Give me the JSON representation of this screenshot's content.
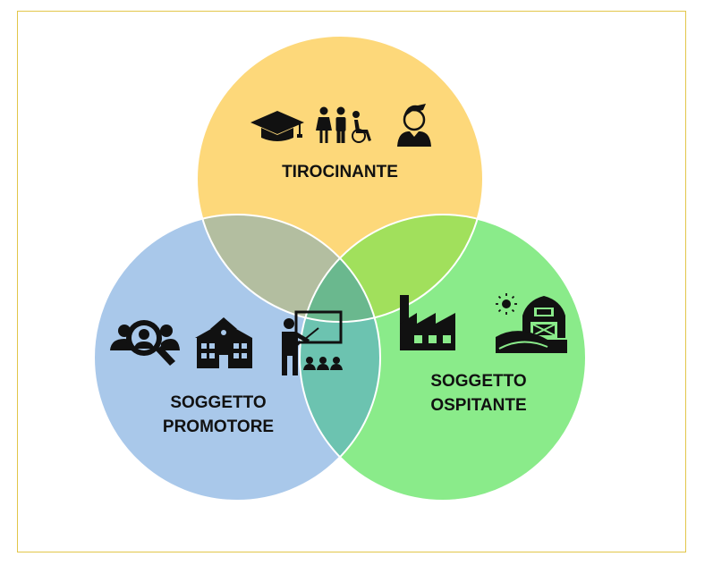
{
  "colors": {
    "frame": "#e2c64a",
    "tirocinante": "#fdd87a",
    "promotore": "#a9c8ea",
    "ospitante": "#8aeb8a",
    "overlap_top_left": "#b3bea0",
    "overlap_top_right": "#a1e05c",
    "overlap_bottom": "#6cc3b0",
    "overlap_center": "#6ab88e",
    "icon": "#111111"
  },
  "circles": {
    "tirocinante": {
      "label": "TIROCINANTE",
      "icons": [
        "graduation-cap-icon",
        "man-woman-wheelchair-icon",
        "student-avatar-icon"
      ]
    },
    "promotore": {
      "label_line1": "SOGGETTO",
      "label_line2": "PROMOTORE",
      "icons": [
        "people-search-icon",
        "school-building-icon",
        "teacher-classroom-icon"
      ]
    },
    "ospitante": {
      "label_line1": "SOGGETTO",
      "label_line2": "OSPITANTE",
      "icons": [
        "factory-icon",
        "farm-barn-icon"
      ]
    }
  }
}
